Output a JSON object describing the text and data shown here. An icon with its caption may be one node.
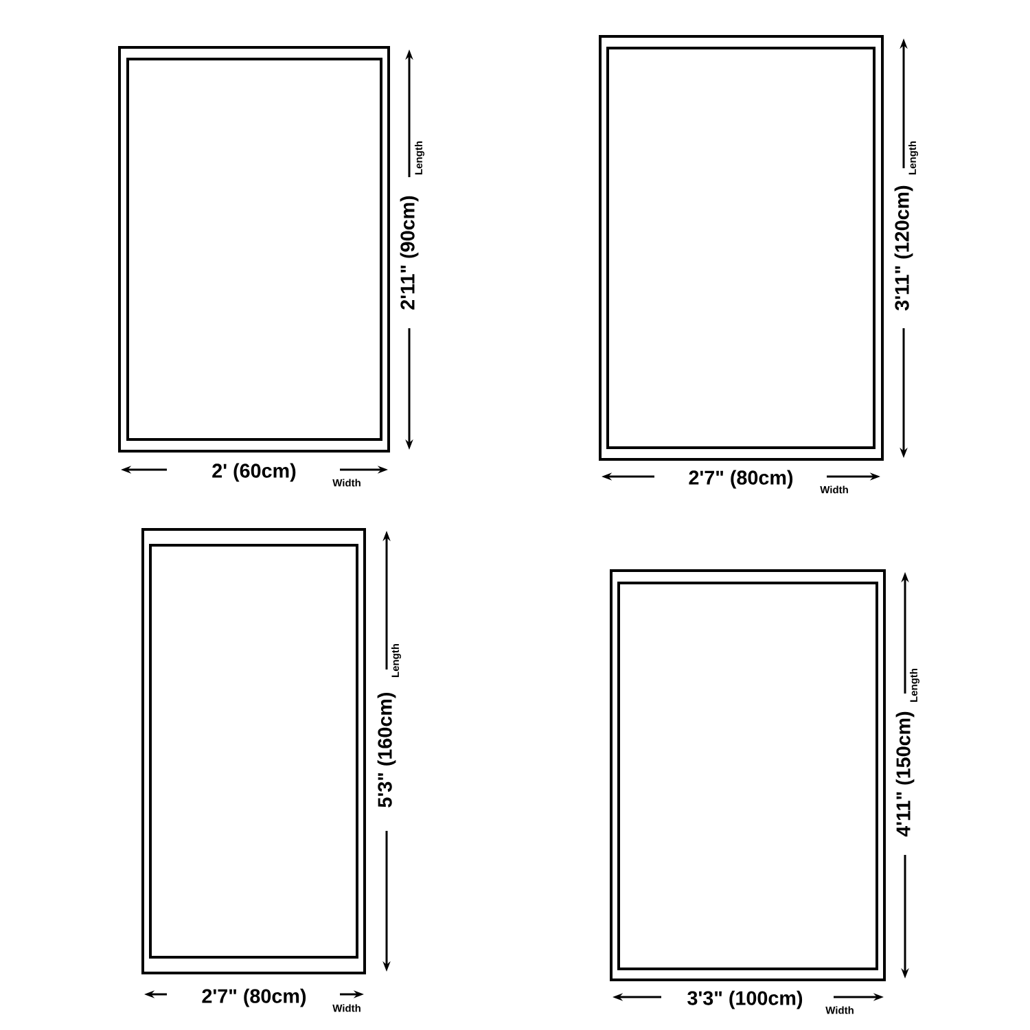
{
  "diagram": {
    "labels": [
      "Length",
      "2'11\" (90cm)",
      "2' (60cm)",
      "Width",
      "Length",
      "3'11\" (120cm)",
      "2'7\" (80cm)",
      "Width",
      "Length",
      "5'3\" (160cm)",
      "2'7\" (80cm)",
      "Width",
      "Length",
      "4'11\" (150cm)",
      "3'3\" (100cm)",
      "Width"
    ]
  }
}
